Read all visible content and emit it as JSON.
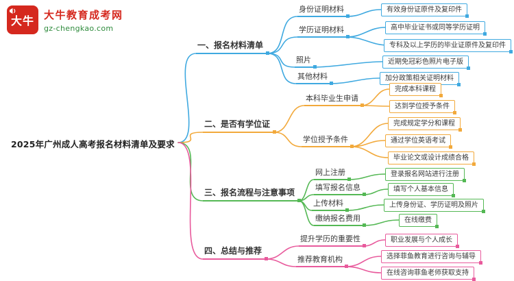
{
  "logo": {
    "mark_text": "大牛",
    "title": "大牛教育成考网",
    "domain": "gz-chengkao.com"
  },
  "root_label": "2025年广州成人高考报名材料清单及要求",
  "colors": {
    "branch1": "#3FA9E0",
    "branch2": "#F2A93B",
    "branch3": "#54B854",
    "branch4": "#E85A9C",
    "logo_red": "#D5281E",
    "logo_green": "#2E8B3C"
  },
  "branches": [
    {
      "label": "一、报名材料清单",
      "children": [
        {
          "label": "身份证明材料",
          "children": [
            {
              "label": "有效身份证原件及复印件"
            }
          ]
        },
        {
          "label": "学历证明材料",
          "children": [
            {
              "label": "高中毕业证书或同等学历证明"
            },
            {
              "label": "专科及以上学历的毕业证原件及复印件"
            }
          ]
        },
        {
          "label": "照片",
          "children": [
            {
              "label": "近期免冠彩色照片电子版"
            }
          ]
        },
        {
          "label": "其他材料",
          "children": [
            {
              "label": "加分政策相关证明材料"
            }
          ]
        }
      ]
    },
    {
      "label": "二、是否有学位证",
      "children": [
        {
          "label": "本科毕业生申请",
          "children": [
            {
              "label": "完成本科课程"
            },
            {
              "label": "达到学位授予条件"
            }
          ]
        },
        {
          "label": "学位授予条件",
          "children": [
            {
              "label": "完成规定学分和课程"
            },
            {
              "label": "通过学位英语考试"
            },
            {
              "label": "毕业论文或设计成绩合格"
            }
          ]
        }
      ]
    },
    {
      "label": "三、报名流程与注意事项",
      "children": [
        {
          "label": "网上注册",
          "children": [
            {
              "label": "登录报名网站进行注册"
            }
          ]
        },
        {
          "label": "填写报名信息",
          "children": [
            {
              "label": "填写个人基本信息"
            }
          ]
        },
        {
          "label": "上传材料",
          "children": [
            {
              "label": "上传身份证、学历证明及照片"
            }
          ]
        },
        {
          "label": "缴纳报名费用",
          "children": [
            {
              "label": "在线缴费"
            }
          ]
        }
      ]
    },
    {
      "label": "四、总结与推荐",
      "children": [
        {
          "label": "提升学历的重要性",
          "children": [
            {
              "label": "职业发展与个人成长"
            }
          ]
        },
        {
          "label": "推荐教育机构",
          "children": [
            {
              "label": "选择菲鱼教育进行咨询与辅导"
            },
            {
              "label": "在线咨询菲鱼老师获取支持"
            }
          ]
        }
      ]
    }
  ]
}
